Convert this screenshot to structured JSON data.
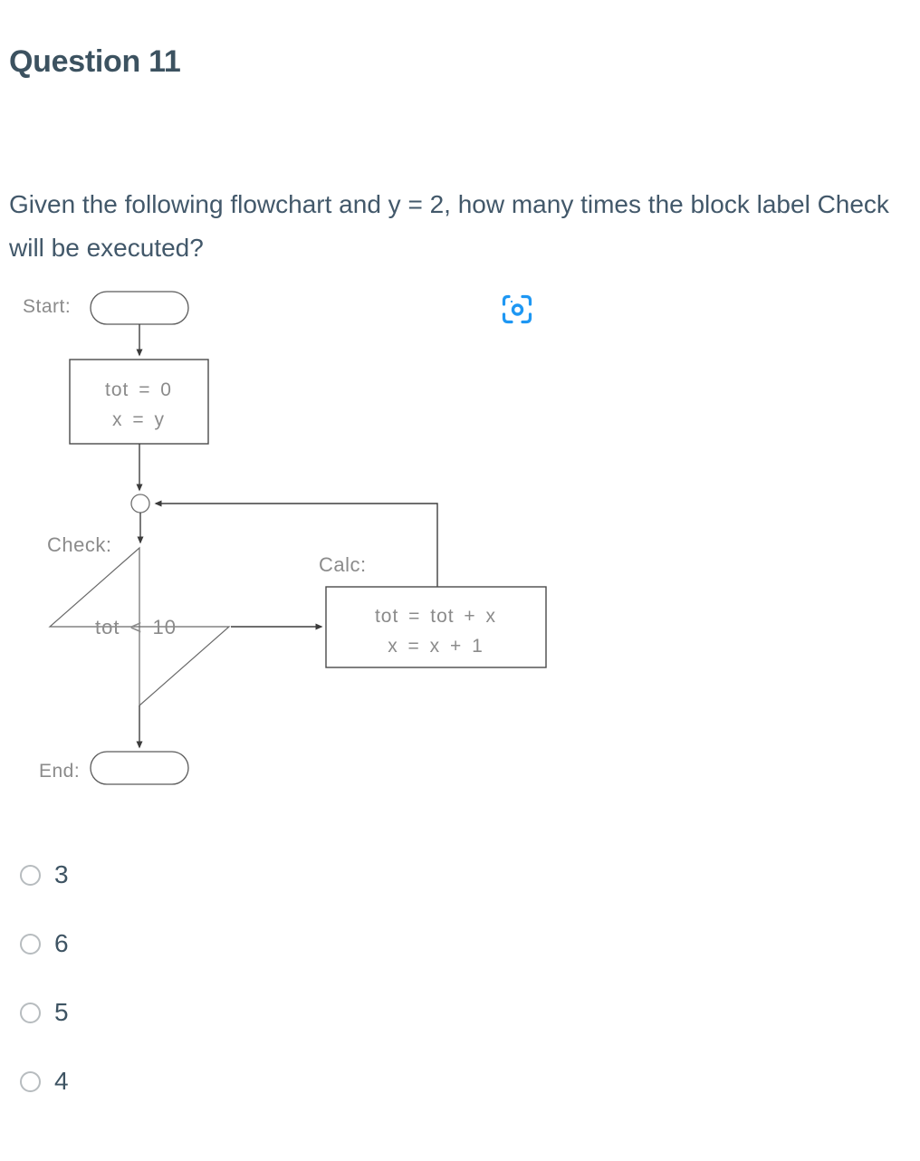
{
  "title": "Question 11",
  "question": "Given the following flowchart and y = 2, how many times the block label Check will be executed?",
  "flowchart": {
    "start_label": "Start:",
    "init_line1": "tot = 0",
    "init_line2": "x = y",
    "check_label": "Check:",
    "condition": "tot < 10",
    "calc_label": "Calc:",
    "calc_line1": "tot = tot + x",
    "calc_line2": "x = x + 1",
    "end_label": "End:"
  },
  "icon": {
    "name": "screen-capture-icon",
    "color": "#1e97f3"
  },
  "options": [
    "3",
    "6",
    "5",
    "4"
  ],
  "colors": {
    "heading_text": "#3c5260",
    "body_text": "#42586a",
    "flow_text": "#8b8b8b",
    "flow_line": "#4a4a4a",
    "radio_border": "#b7bcbf",
    "background": "#ffffff"
  }
}
